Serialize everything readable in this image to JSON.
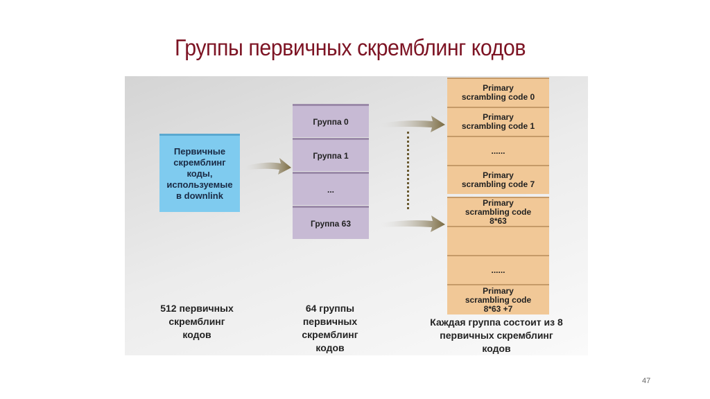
{
  "title": "Группы первичных скремблинг кодов",
  "source_box": "Первичные скремблинг коды, используемые в downlink",
  "groups": [
    "Группа 0",
    "Группа 1",
    "...",
    "Группа 63"
  ],
  "codes": [
    "Primary scrambling code 0",
    "Primary scrambling code 1",
    "......",
    "Primary scrambling code 7",
    "Primary scrambling code 8*63",
    "",
    "......",
    "Primary scrambling code 8*63 +7"
  ],
  "labels": {
    "left": "512 первичных скремблинг кодов",
    "middle": "64 группы первичных скремблинг кодов",
    "right": "Каждая группа состоит из 8 первичных скремблинг кодов"
  },
  "page_number": "47"
}
